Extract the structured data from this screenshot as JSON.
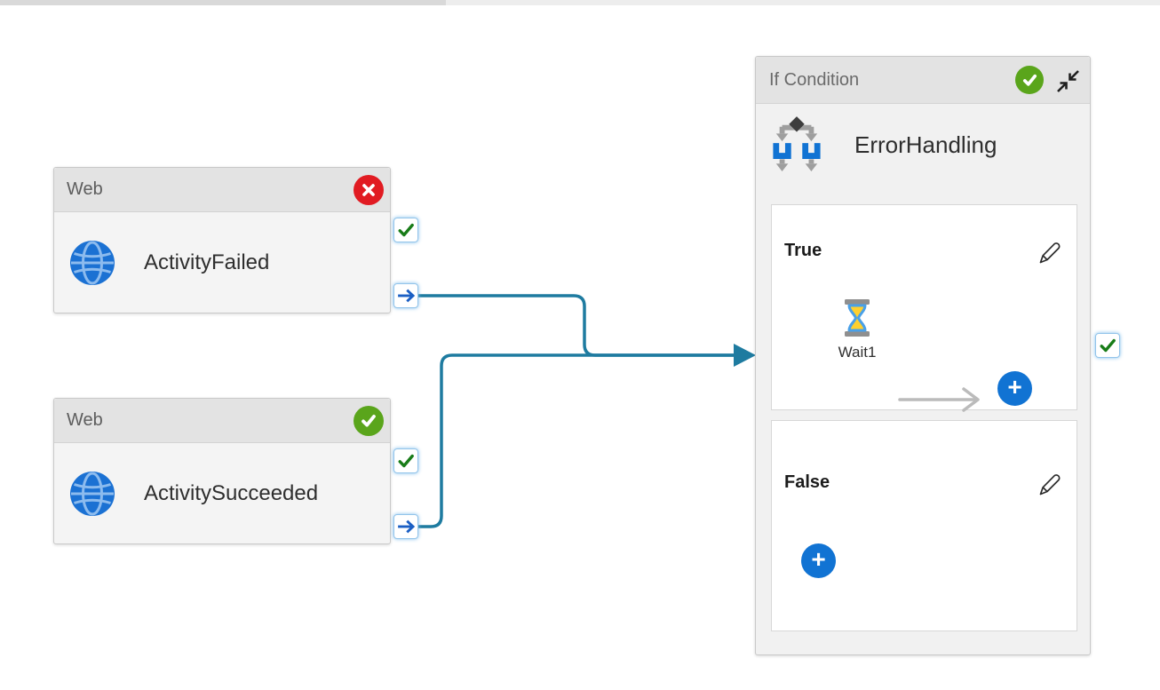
{
  "pipeline_canvas": {
    "web_activity_1": {
      "type_label": "Web",
      "name": "ActivityFailed",
      "status": "failed"
    },
    "web_activity_2": {
      "type_label": "Web",
      "name": "ActivitySucceeded",
      "status": "succeeded"
    },
    "if_condition": {
      "type_label": "If Condition",
      "name": "ErrorHandling",
      "status": "succeeded",
      "true_branch": {
        "label": "True",
        "activity_name": "Wait1",
        "activity_icon": "hourglass-icon"
      },
      "false_branch": {
        "label": "False"
      }
    }
  },
  "icons": {
    "add_label": "+",
    "globe": "globe-icon",
    "branch": "if-condition-branch-icon",
    "pencil": "edit-pencil-icon",
    "collapse": "collapse-arrows-icon",
    "success_port": "checkmark-port",
    "next_port": "arrow-port"
  },
  "colors": {
    "connector_teal": "#1e7ba0",
    "accent_blue": "#1173d3",
    "badge_green": "#5aa51b",
    "badge_red": "#e11b22",
    "port_check_green": "#187c18",
    "port_arrow_blue": "#1b5fc4",
    "header_gray": "#e3e3e3",
    "body_gray": "#f4f4f4"
  }
}
